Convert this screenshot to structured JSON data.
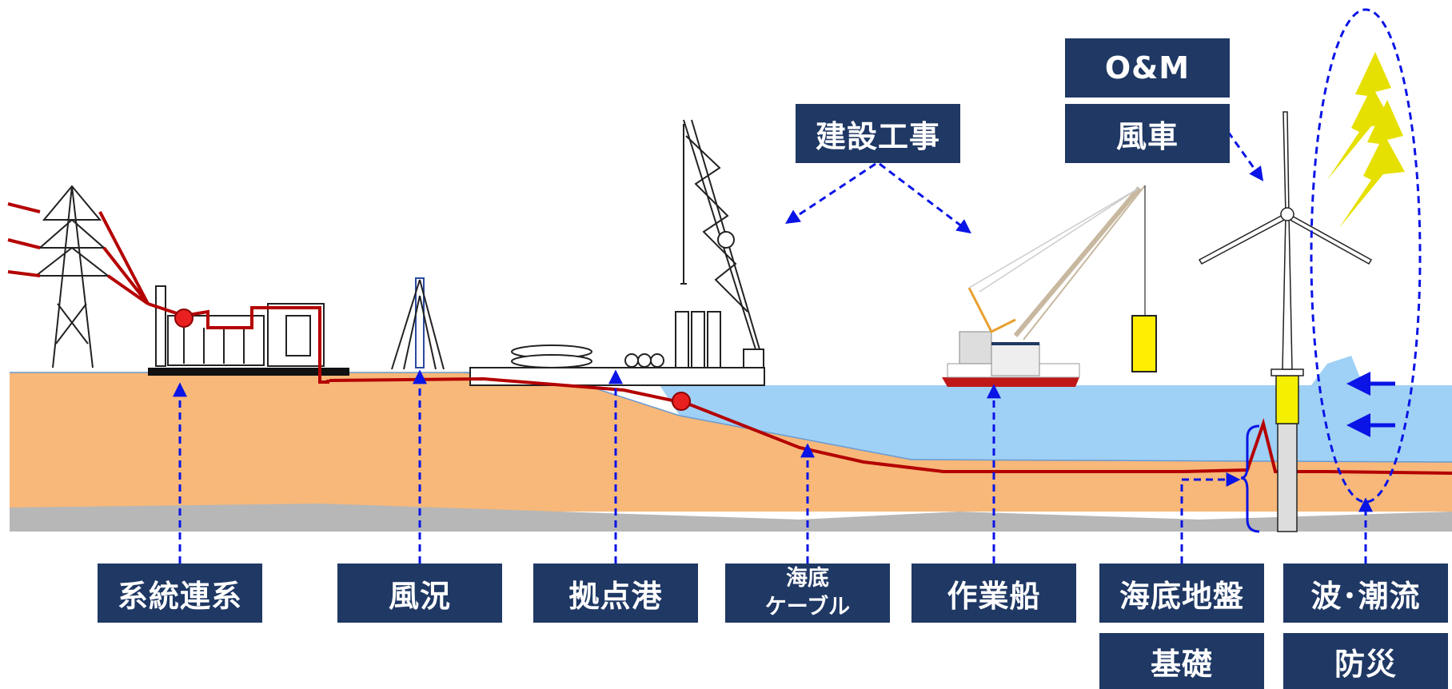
{
  "labels": {
    "grid": "系統連系",
    "wind_conditions": "風況",
    "base_port": "拠点港",
    "cable_line1": "海底",
    "cable_line2": "ケーブル",
    "work_vessel": "作業船",
    "seabed": "海底地盤",
    "foundation": "基礎",
    "waves": "波･潮流",
    "disaster": "防災",
    "construction": "建設工事",
    "om": "O&M",
    "turbine": "風車"
  },
  "colors": {
    "label_bg": "#1f3864",
    "label_text": "#ffffff",
    "arrow": "#0a14e6",
    "cable": "#b40000",
    "soil": "#f7b87a",
    "sea": "#9fd0f5",
    "bedrock": "#b7b7b7",
    "lightning": "#e6e000",
    "foundation": "#f5f000"
  },
  "icons": [
    "transmission-tower",
    "substation",
    "met-mast",
    "crawler-crane",
    "crane-barge",
    "wind-turbine",
    "lightning-bolt",
    "wave-arrows"
  ]
}
